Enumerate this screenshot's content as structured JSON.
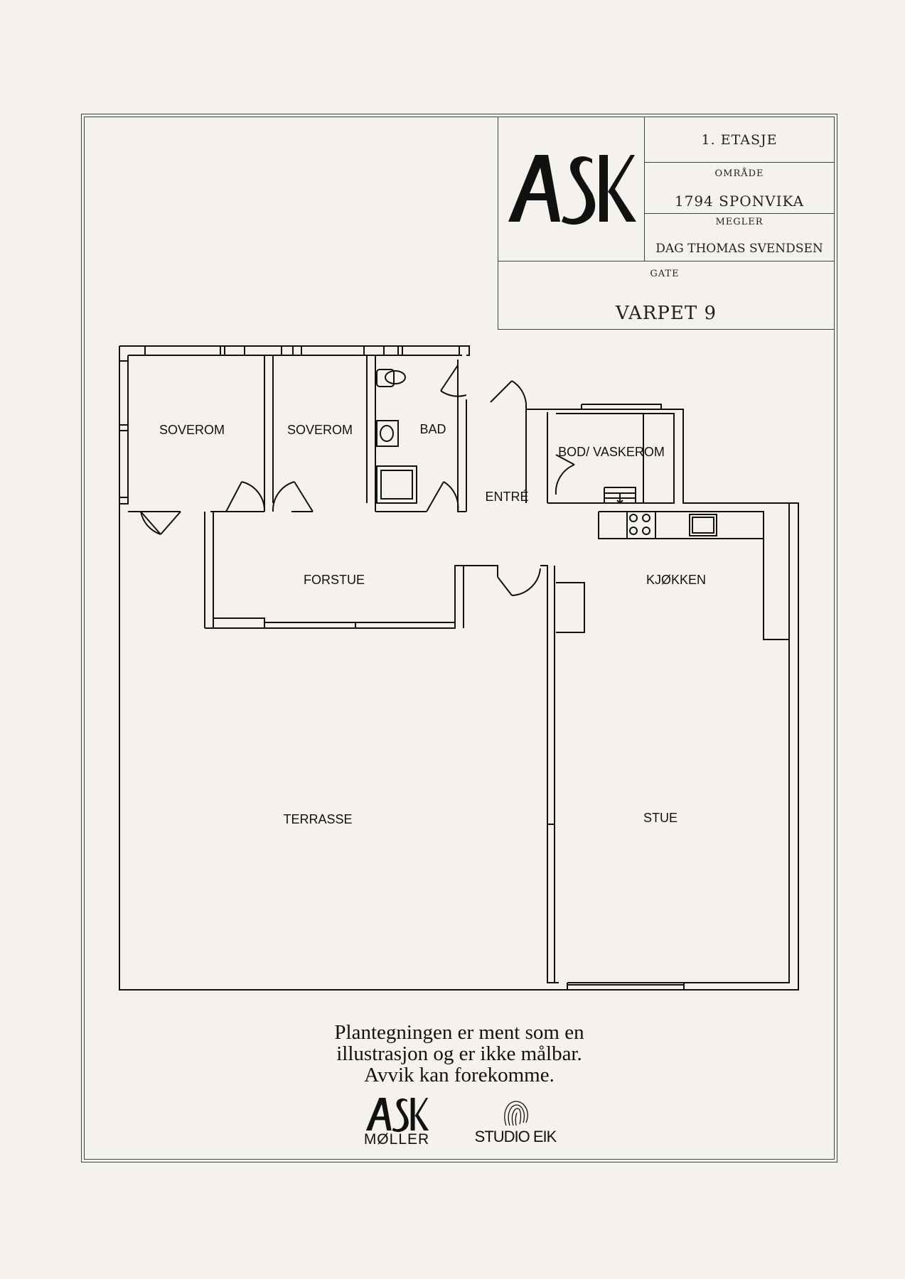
{
  "title_block": {
    "floor": "1. ETASJE",
    "area_label": "OMRÅDE",
    "area_value": "1794 SPONVIKA",
    "broker_label": "MEGLER",
    "broker_value": "DAG THOMAS SVENDSEN",
    "street_label": "GATE",
    "street_value": "VARPET 9",
    "logo_text": "ASK"
  },
  "rooms": {
    "soverom_1": "SOVEROM",
    "soverom_2": "SOVEROM",
    "bad": "BAD",
    "entre": "ENTRÉ",
    "bod": "BOD/ VASKEROM",
    "forstue": "FORSTUE",
    "kjokken": "KJØKKEN",
    "terrasse": "TERRASSE",
    "stue": "STUE"
  },
  "disclaimer": {
    "line1": "Plantegningen er ment som en",
    "line2": "illustrasjon og er ikke målbar.",
    "line3": "Avvik kan forekomme."
  },
  "footer": {
    "ask_logo": "ASK",
    "ask_sub": "MØLLER",
    "studio": "STUDIO EIK"
  },
  "colors": {
    "background": "#f5f2ee",
    "frame": "#2f4a3a",
    "ink": "#111111"
  }
}
